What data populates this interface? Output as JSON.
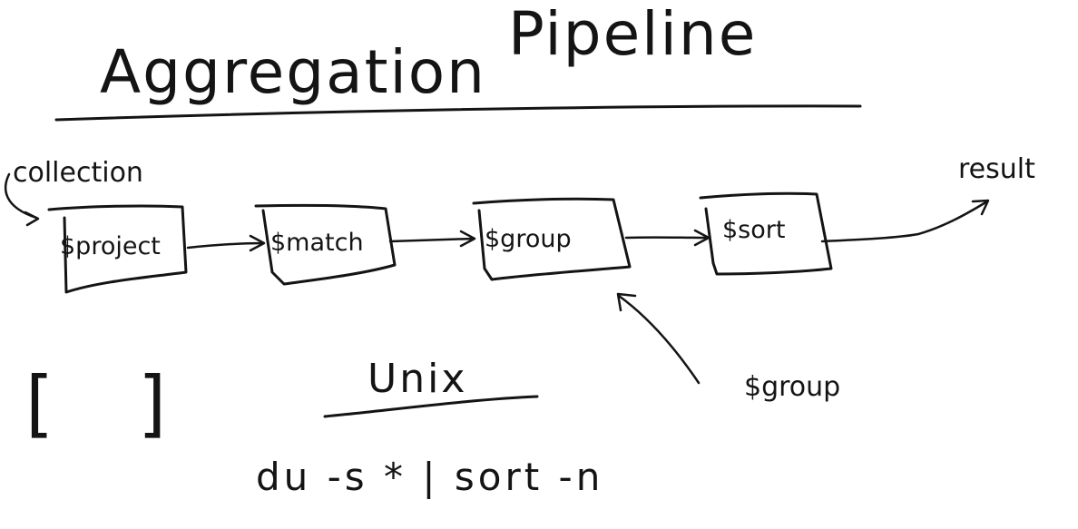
{
  "diagram": {
    "title_left": "Aggregation",
    "title_right": "Pipeline",
    "source_label": "collection",
    "result_label": "result",
    "stages": [
      {
        "label": "$project"
      },
      {
        "label": "$match"
      },
      {
        "label": "$group"
      },
      {
        "label": "$sort"
      }
    ],
    "callout_label": "$group",
    "array_open": "[",
    "array_close": "]",
    "unix_heading": "Unix",
    "unix_command": "du -s * | sort -n"
  }
}
